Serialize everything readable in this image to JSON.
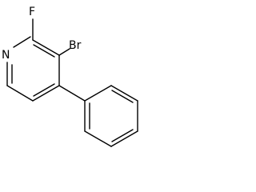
{
  "atoms": {
    "nitrogen": "N",
    "fluorine": "F",
    "bromine": "Br"
  }
}
